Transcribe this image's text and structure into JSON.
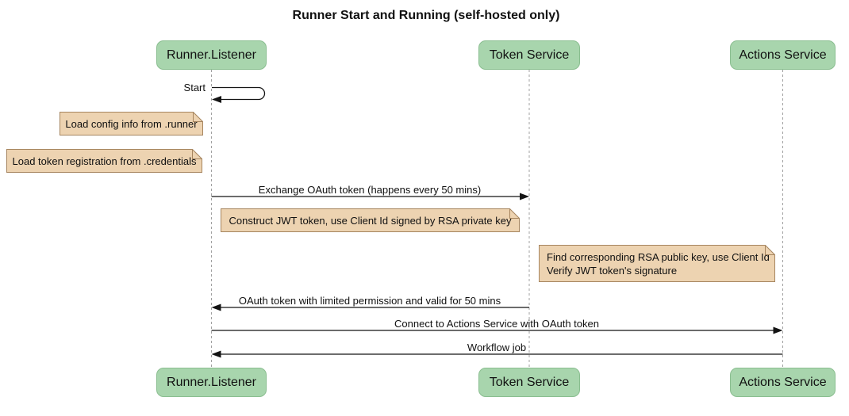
{
  "title": "Runner Start and Running (self-hosted only)",
  "colors": {
    "actor_fill": "#a8d5ad",
    "actor_border": "#8abe90",
    "note_fill": "#edd3b1",
    "note_border": "#a6855f",
    "line_color": "#141414",
    "lifeline_color": "#a0a0a0",
    "text_color": "#111111"
  },
  "participants": [
    {
      "name": "Runner.Listener"
    },
    {
      "name": "Token Service"
    },
    {
      "name": "Actions Service"
    }
  ],
  "messages": {
    "start": {
      "label": "Start",
      "from": "Runner.Listener",
      "to": "Runner.Listener",
      "type": "self"
    },
    "exchange": {
      "label": "Exchange OAuth token (happens every 50 mins)",
      "from": "Runner.Listener",
      "to": "Token Service",
      "type": "solid"
    },
    "oauth_return": {
      "label": "OAuth token with limited permission and valid for 50 mins",
      "from": "Token Service",
      "to": "Runner.Listener",
      "type": "solid"
    },
    "connect": {
      "label": "Connect to Actions Service with OAuth token",
      "from": "Runner.Listener",
      "to": "Actions Service",
      "type": "solid"
    },
    "workflow": {
      "label": "Workflow job",
      "from": "Actions Service",
      "to": "Runner.Listener",
      "type": "solid"
    }
  },
  "notes": {
    "load_config": {
      "text": "Load config info from .runner",
      "over": "Runner.Listener"
    },
    "load_credentials": {
      "text": "Load token registration from .credentials",
      "over": "Runner.Listener"
    },
    "construct_jwt": {
      "text": "Construct JWT token, use Client Id signed by RSA private key",
      "over": "Runner.Listener, Token Service"
    },
    "verify_jwt": {
      "lines": [
        "Find corresponding RSA public key, use Client Id",
        "Verify JWT token's signature"
      ],
      "over": "Token Service, Actions Service"
    }
  }
}
